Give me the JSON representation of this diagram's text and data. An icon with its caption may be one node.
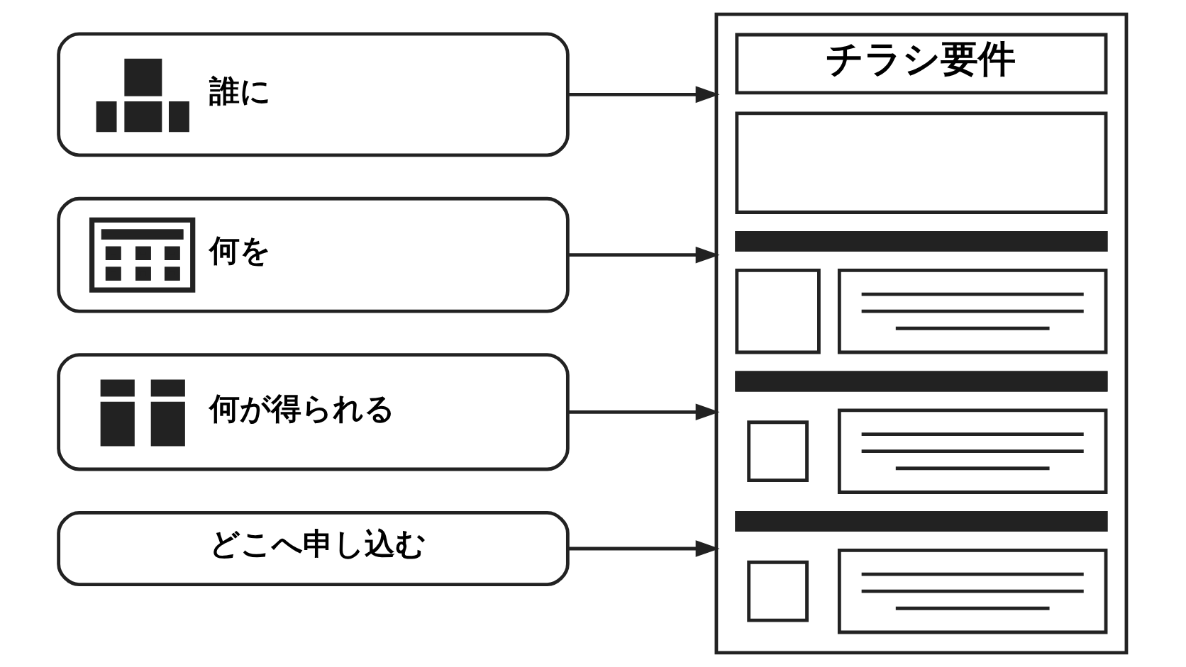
{
  "diagram": {
    "nodes": [
      {
        "text": [
          "誰に"
        ]
      },
      {
        "text": [
          "何を"
        ]
      },
      {
        "text": [
          "何が得られる"
        ]
      },
      {
        "text": [
          "どこへ申し込む"
        ]
      },
      {
        "text": [
          "チラシ要件"
        ]
      }
    ],
    "edges": [
      {
        "from": 0,
        "to": 4,
        "arrow": "to"
      },
      {
        "from": 1,
        "to": 4,
        "arrow": "to"
      },
      {
        "from": 2,
        "to": 4,
        "arrow": "to"
      },
      {
        "from": 3,
        "to": 4,
        "arrow": "to"
      }
    ]
  }
}
